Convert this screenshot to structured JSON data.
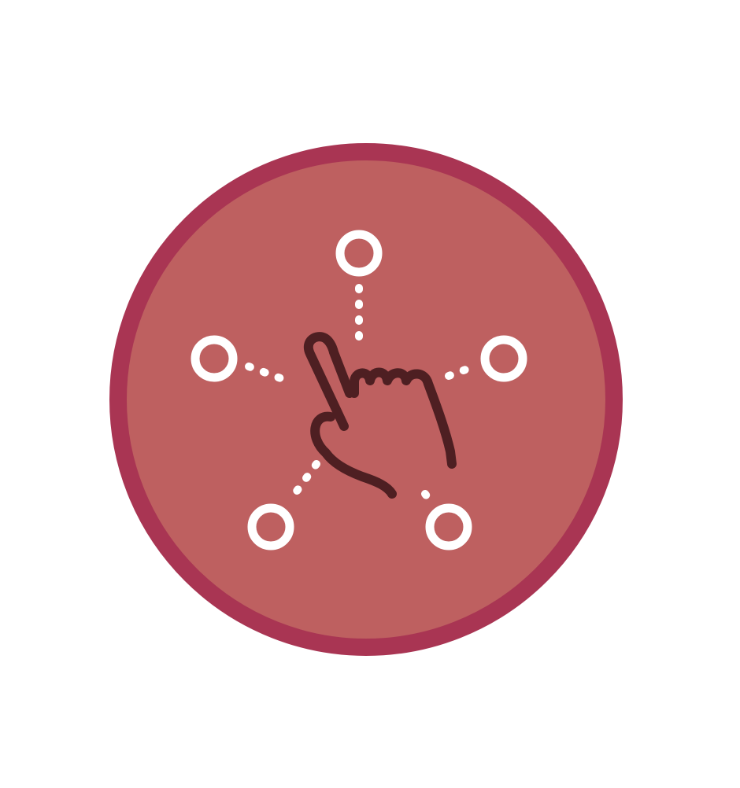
{
  "icon": {
    "name": "touch-network-icon",
    "colors": {
      "background": "#ffffff",
      "badge_fill": "#be6060",
      "badge_ring": "#a93553",
      "node_stroke": "#ffffff",
      "hand_stroke": "#4e1f22"
    },
    "nodes": [
      "top",
      "right",
      "bottom-right",
      "bottom-left",
      "left"
    ]
  }
}
